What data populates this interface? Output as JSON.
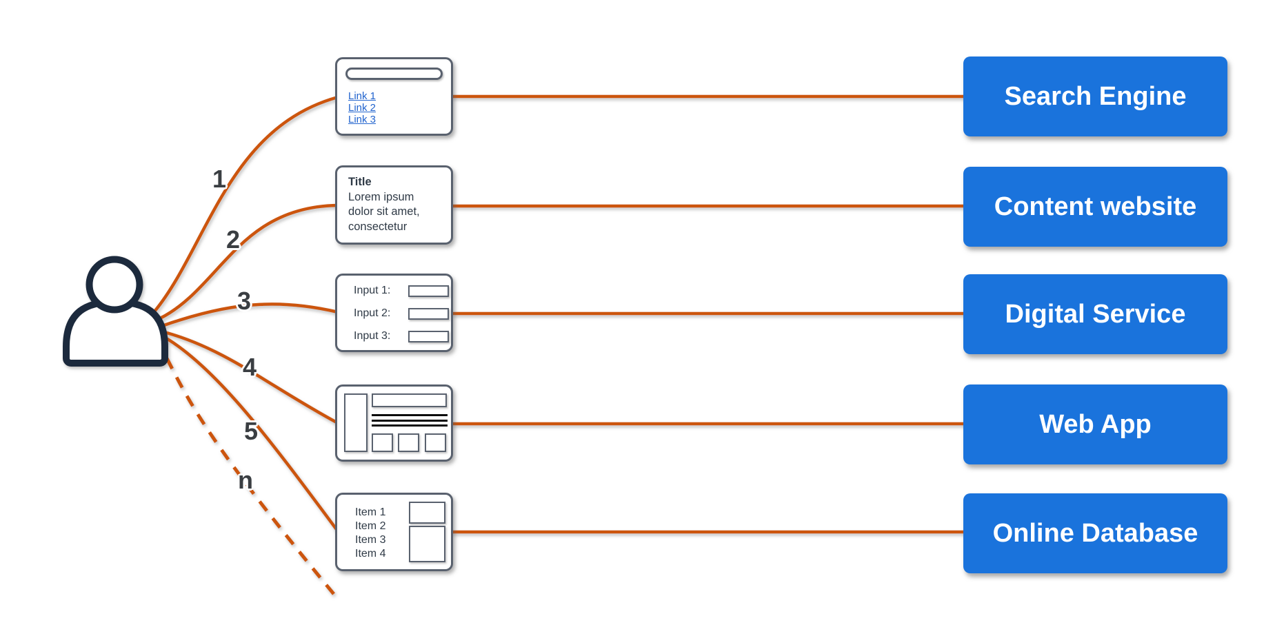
{
  "connection_labels": [
    "1",
    "2",
    "3",
    "4",
    "5",
    "n"
  ],
  "windows": {
    "search_results": {
      "links": [
        "Link 1",
        "Link 2",
        "Link 3"
      ]
    },
    "content_page": {
      "title": "Title",
      "body_lines": [
        "Lorem ipsum",
        "dolor sit amet,",
        "consectetur"
      ]
    },
    "form": {
      "field_labels": [
        "Input 1:",
        "Input 2:",
        "Input 3:"
      ]
    },
    "item_list": {
      "items": [
        "Item 1",
        "Item 2",
        "Item 3",
        "Item 4"
      ]
    }
  },
  "services": [
    {
      "label": "Search Engine"
    },
    {
      "label": "Content website"
    },
    {
      "label": "Digital Service"
    },
    {
      "label": "Web App"
    },
    {
      "label": "Online Database"
    }
  ],
  "colors": {
    "connector_orange": "#CC5508",
    "service_box_blue": "#1A73DC",
    "service_text_white": "#FFFFFF",
    "person_outline_navy": "#1F2B3C",
    "window_border_gray": "#59616E",
    "link_blue": "#2264CE",
    "wireframe_bar_black": "#0B0B0B",
    "connection_label_gray": "#3A3E42"
  }
}
